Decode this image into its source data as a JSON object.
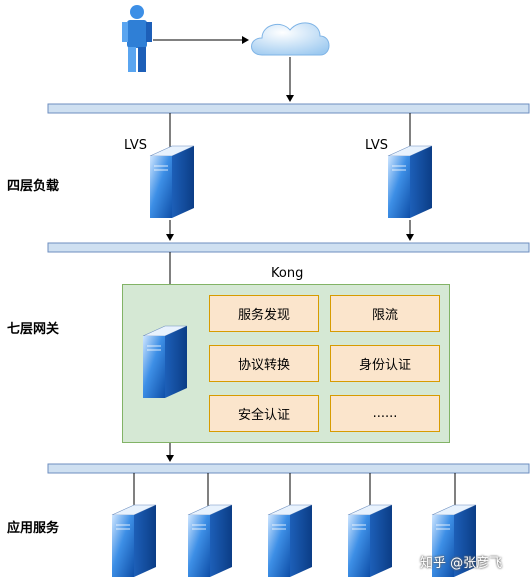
{
  "layers": {
    "l4": "四层负载",
    "l7": "七层网关",
    "app": "应用服务"
  },
  "lvs": {
    "left": "LVS",
    "right": "LVS"
  },
  "kong": {
    "title": "Kong",
    "features": [
      "服务发现",
      "限流",
      "协议转换",
      "身份认证",
      "安全认证",
      "......"
    ]
  },
  "watermark": "知乎 @张彦飞",
  "colors": {
    "bus_fill": "#cfe0f1",
    "bus_stroke": "#6c8ebf",
    "kong_fill": "#d5e8d4",
    "feature_fill": "#fbe5cc",
    "feature_border": "#d79b00",
    "server_blue": "#2f7fd6"
  },
  "icons": [
    "user-icon",
    "cloud-icon",
    "server-icon"
  ]
}
